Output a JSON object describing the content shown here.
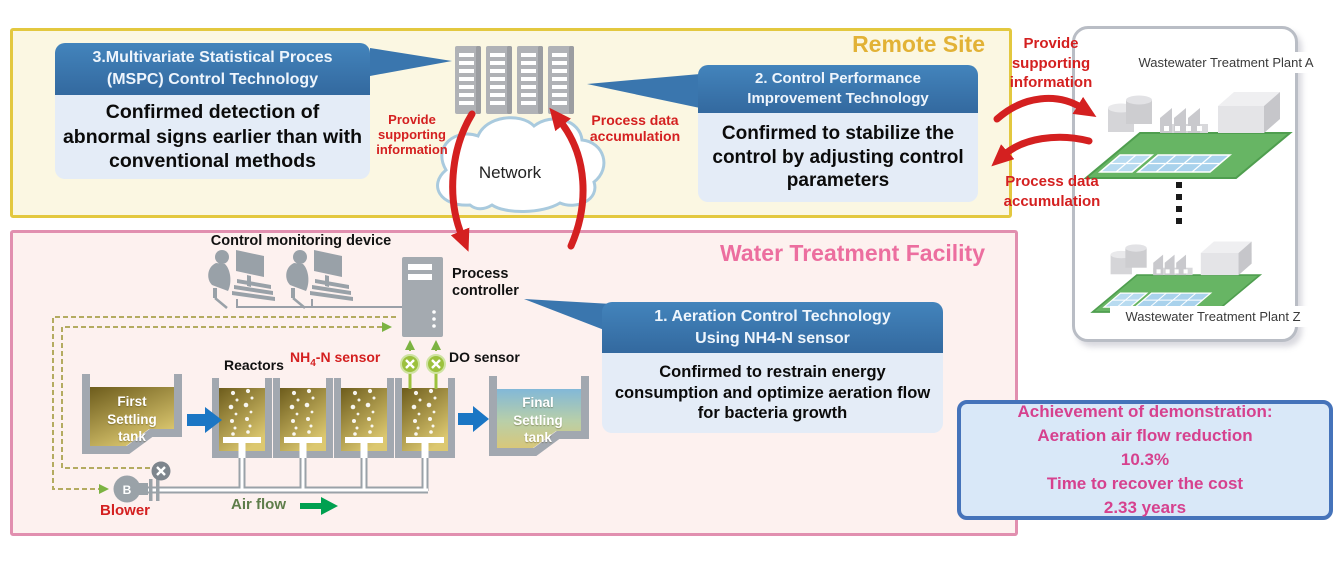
{
  "remote_site": {
    "title": "Remote Site",
    "box3": {
      "header": "3.Multivariate Statistical Proces\n(MSPC) Control Technology",
      "body": "Confirmed detection of abnormal signs earlier than with conventional methods"
    },
    "box2": {
      "header": "2. Control Performance\nImprovement Technology",
      "body": "Confirmed to stabilize the control by adjusting control parameters"
    },
    "network_label": "Network",
    "provide_supporting_information": "Provide\nsupporting\ninformation",
    "process_data_accumulation": "Process data\naccumulation"
  },
  "facility": {
    "title": "Water Treatment Facility",
    "control_monitoring_device": "Control monitoring device",
    "process_controller": "Process\ncontroller",
    "box1": {
      "header": "1. Aeration Control Technology\nUsing NH4-N sensor",
      "body": "Confirmed to restrain energy consumption and optimize aeration flow for bacteria growth"
    },
    "nh4_sensor": {
      "pre": "NH",
      "sub": "4",
      "post": "-N sensor"
    },
    "do_sensor": "DO sensor",
    "reactors": "Reactors",
    "first_settling_tank": "First\nSettling\ntank",
    "final_settling_tank": "Final\nSettling\ntank",
    "blower": "Blower",
    "blower_unit_letter": "B",
    "air_flow": "Air flow"
  },
  "plants": {
    "plant_a_label": "Wastewater Treatment Plant A",
    "plant_z_label": "Wastewater Treatment Plant Z",
    "provide_supporting_information": "Provide\nsupporting\ninformation",
    "process_data_accumulation": "Process data\naccumulation"
  },
  "achievement": {
    "text": "Achievement of demonstration:\nAeration air flow reduction\n10.3%\nTime to recover the cost\n2.33 years"
  },
  "colors": {
    "callout_header_blue": "#3c78b2",
    "callout_body_blue": "#e4ecf7",
    "remote_border_yellow": "#e3c83f",
    "remote_title_gold": "#e2b236",
    "facility_border_pink": "#e18faf",
    "facility_title_pink": "#ec6e9f",
    "arrow_red": "#d42020",
    "achievement_text_pink": "#d6418e",
    "achievement_border_blue": "#4573ba",
    "flow_arrow_blue": "#1b76c4",
    "air_flow_green": "#00a050",
    "sensor_green": "#9cc13d",
    "dashed_olive": "#b4ab60"
  }
}
